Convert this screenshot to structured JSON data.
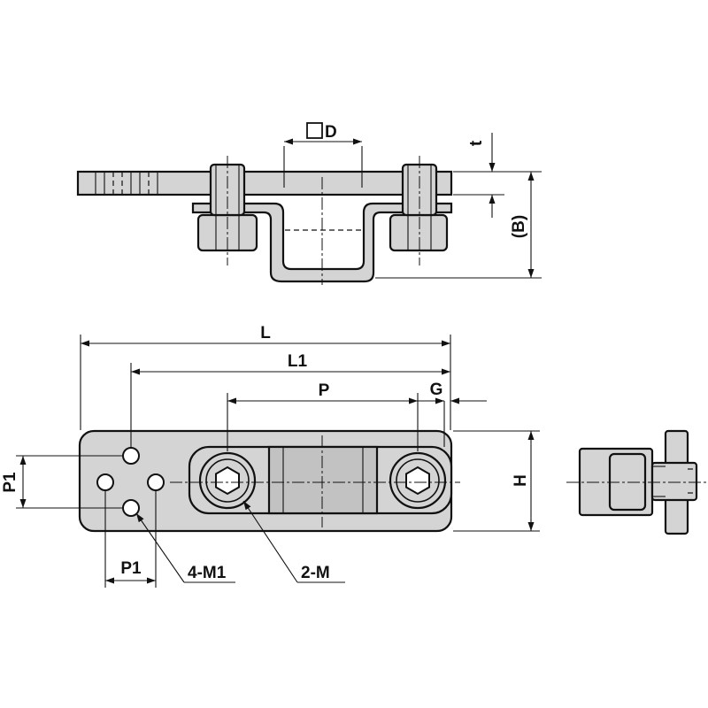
{
  "labels": {
    "square_d_symbol": "□",
    "square_d": "D",
    "t": "t",
    "b": "(B)",
    "l": "L",
    "l1": "L1",
    "p": "P",
    "g": "G",
    "h": "H",
    "p1_vertical": "P1",
    "p1_horizontal": "P1",
    "four_m1": "4-M1",
    "two_m": "2-M"
  },
  "colors": {
    "part_fill": "#d4d4d4",
    "line": "#111111",
    "background": "#ffffff"
  }
}
